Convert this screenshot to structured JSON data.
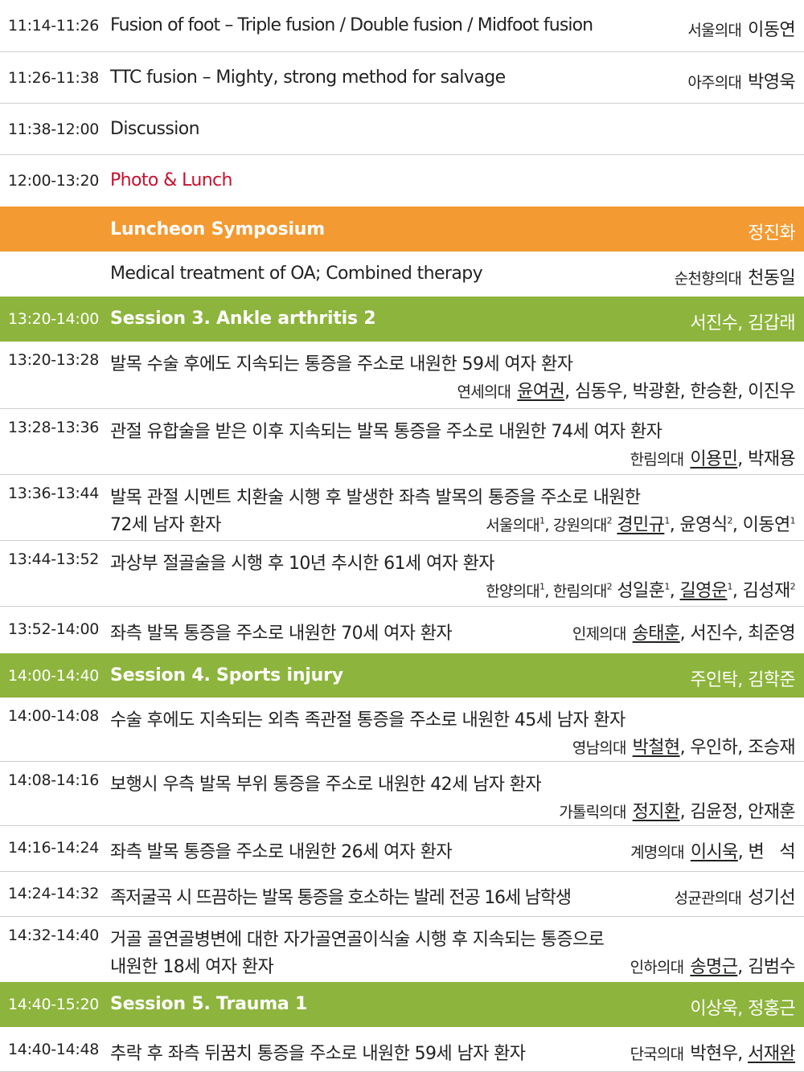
{
  "colors": {
    "session_header": "#8db43c",
    "luncheon_header": "#f39a32",
    "lunch_text": "#c8102e"
  },
  "rows": {
    "r1": {
      "time": "11:14-11:26",
      "title": "Fusion of foot – Triple fusion / Double fusion / Midfoot fusion",
      "inst": "서울의대",
      "name": "이동연"
    },
    "r2": {
      "time": "11:26-11:38",
      "title": "TTC fusion – Mighty, strong method for salvage",
      "inst": "아주의대",
      "name": "박영욱"
    },
    "r3": {
      "time": "11:38-12:00",
      "title": "Discussion"
    },
    "r4": {
      "time": "12:00-13:20",
      "title": "Photo & Lunch"
    },
    "lun": {
      "title": "Luncheon Symposium",
      "chair": "정진화"
    },
    "lun1": {
      "title": "Medical treatment of OA; Combined therapy",
      "inst": "순천향의대",
      "name": "천동일"
    },
    "s3": {
      "time": "13:20-14:00",
      "title": "Session 3. Ankle arthritis 2",
      "chairs": "서진수, 김갑래"
    },
    "s3_1": {
      "time": "13:20-13:28",
      "title": "발목 수술 후에도 지속되는 통증을 주소로 내원한 59세 여자 환자",
      "inst": "연세의대",
      "n1": "윤여권",
      "rest": ", 심동우, 박광환, 한승환, 이진우"
    },
    "s3_2": {
      "time": "13:28-13:36",
      "title": "관절 유합술을 받은 이후 지속되는 발목 통증을 주소로 내원한 74세 여자 환자",
      "inst": "한림의대",
      "n1": "이용민",
      "rest": ", 박재용"
    },
    "s3_3": {
      "time": "13:36-13:44",
      "title1": "발목 관절 시멘트 치환술 시행 후 발생한 좌측 발목의 통증을 주소로 내원한",
      "title2": "72세 남자 환자",
      "inst1": "서울의대",
      "inst2": "강원의대",
      "n1": "경민규",
      "n2": "윤영식",
      "n3": "이동연",
      "sup1": "1",
      "sup2": "2"
    },
    "s3_4": {
      "time": "13:44-13:52",
      "title": "과상부 절골술을 시행 후 10년 추시한 61세 여자 환자",
      "inst1": "한양의대",
      "inst2": "한림의대",
      "n1": "성일훈",
      "n2": "길영운",
      "n3": "김성재",
      "sup1": "1",
      "sup2": "2"
    },
    "s3_5": {
      "time": "13:52-14:00",
      "title": "좌측 발목 통증을 주소로 내원한 70세 여자 환자",
      "inst": "인제의대",
      "n1": "송태훈",
      "rest": ", 서진수, 최준영"
    },
    "s4": {
      "time": "14:00-14:40",
      "title": "Session 4. Sports injury",
      "chairs": "주인탁, 김학준"
    },
    "s4_1": {
      "time": "14:00-14:08",
      "title": "수술 후에도 지속되는 외측 족관절 통증을 주소로 내원한 45세 남자 환자",
      "inst": "영남의대",
      "n1": "박철현",
      "rest": ", 우인하, 조승재"
    },
    "s4_2": {
      "time": "14:08-14:16",
      "title": "보행시 우측 발목 부위 통증을 주소로 내원한 42세 남자 환자",
      "inst": "가톨릭의대",
      "n1": "정지환",
      "rest": ", 김윤정, 안재훈"
    },
    "s4_3": {
      "time": "14:16-14:24",
      "title": "좌측 발목 통증을 주소로 내원한 26세 여자 환자",
      "inst": "계명의대",
      "n1": "이시욱",
      "rest": ", 변   석"
    },
    "s4_4": {
      "time": "14:24-14:32",
      "title": "족저굴곡 시 뜨끔하는 발목 통증을 호소하는 발레 전공 16세 남학생",
      "inst": "성균관의대",
      "name": "성기선"
    },
    "s4_5": {
      "time": "14:32-14:40",
      "title1": "거골 골연골병변에 대한 자가골연골이식술 시행 후 지속되는 통증으로",
      "title2": "내원한 18세 여자 환자",
      "inst": "인하의대",
      "n1": "송명근",
      "rest": ", 김범수"
    },
    "s5": {
      "time": "14:40-15:20",
      "title": "Session 5. Trauma 1",
      "chairs": "이상욱, 정홍근"
    },
    "s5_1": {
      "time": "14:40-14:48",
      "title": "추락 후 좌측 뒤꿈치 통증을 주소로 내원한 59세 남자 환자",
      "inst": "단국의대",
      "pre": "박현우, ",
      "n1": "서재완"
    }
  }
}
